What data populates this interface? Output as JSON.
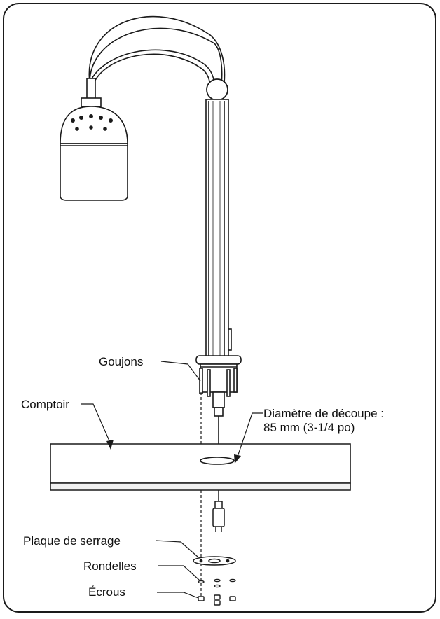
{
  "labels": {
    "studs": "Goujons",
    "counter": "Comptoir",
    "cutout_line1": "Diamètre de découpe :",
    "cutout_line2": "85 mm (3-1/4 po)",
    "clamp_plate": "Plaque de serrage",
    "washers": "Rondelles",
    "nuts": "Écrous"
  },
  "colors": {
    "line": "#1a1a1a",
    "fill_light": "#ffffff",
    "fill_grey": "#e8e8e8",
    "counter_fill": "#f2f2f2"
  }
}
